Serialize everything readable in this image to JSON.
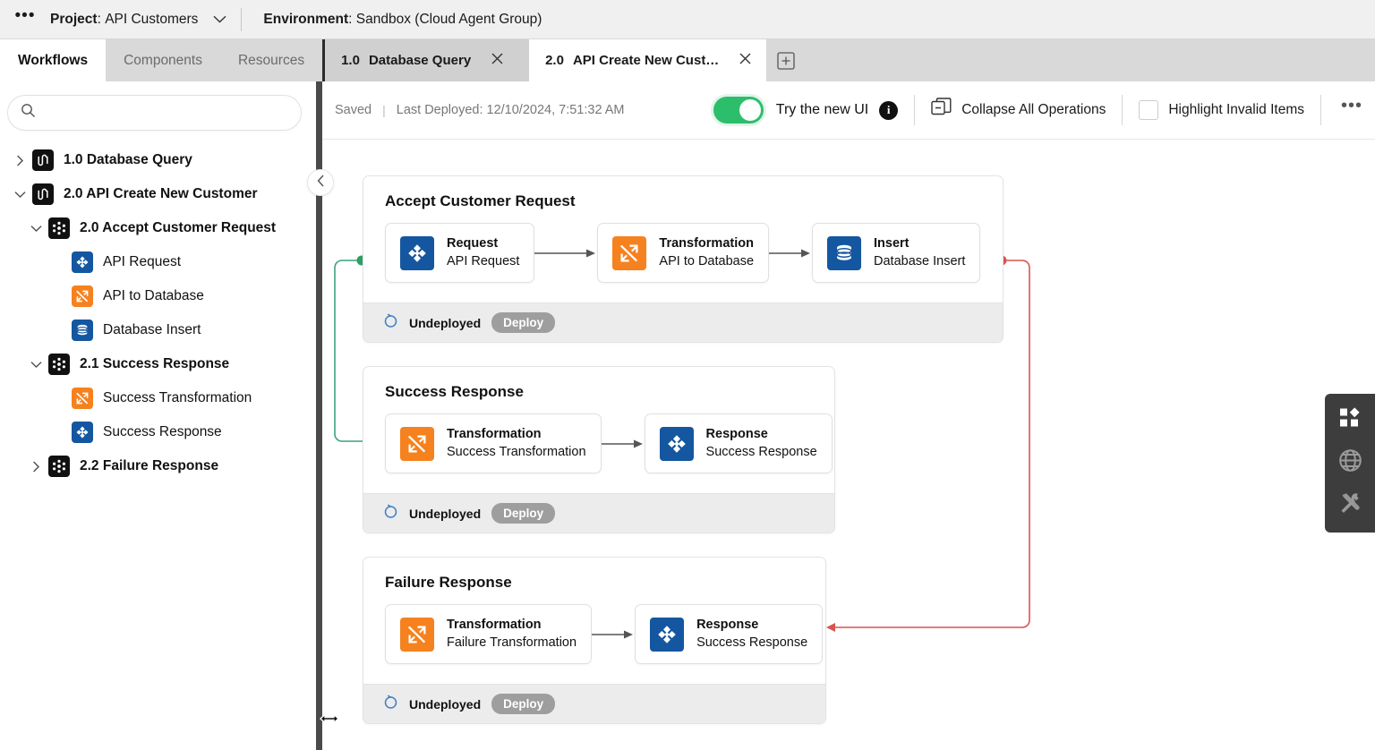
{
  "projectbar": {
    "menu_dots": "•••",
    "project_label": "Project",
    "project_name": "API Customers",
    "chevron_icon": "chevron-down-icon",
    "environment_label": "Environment",
    "environment_name": "Sandbox (Cloud Agent Group)"
  },
  "left_tabs": [
    {
      "label": "Workflows",
      "active": true
    },
    {
      "label": "Components",
      "active": false
    },
    {
      "label": "Resources",
      "active": false
    }
  ],
  "doc_tabs": [
    {
      "num": "1.0",
      "title": "Database Query",
      "active": false,
      "close_icon": "close-icon"
    },
    {
      "num": "2.0",
      "title": "API Create New Cust…",
      "active": true,
      "close_icon": "close-icon"
    }
  ],
  "add_tab_icon": "add-tab-icon",
  "search": {
    "value": "",
    "placeholder": "",
    "icon": "search-icon"
  },
  "tree": [
    {
      "level": 0,
      "expander": "chevron-right",
      "icon": "workflow-icon",
      "icon_color": "#111111",
      "label": "1.0 Database Query",
      "bold": true
    },
    {
      "level": 0,
      "expander": "chevron-down",
      "icon": "workflow-icon",
      "icon_color": "#111111",
      "label": "2.0 API Create New Customer",
      "bold": true
    },
    {
      "level": 1,
      "expander": "chevron-down",
      "icon": "operation-icon",
      "icon_color": "#111111",
      "label": "2.0 Accept Customer Request",
      "bold": true
    },
    {
      "level": 2,
      "expander": "none",
      "icon": "api-request-icon",
      "icon_color": "#1457a0",
      "label": "API Request",
      "bold": false
    },
    {
      "level": 2,
      "expander": "none",
      "icon": "transformation-icon",
      "icon_color": "#f5821f",
      "label": "API to Database",
      "bold": false
    },
    {
      "level": 2,
      "expander": "none",
      "icon": "database-icon",
      "icon_color": "#1457a0",
      "label": "Database Insert",
      "bold": false
    },
    {
      "level": 1,
      "expander": "chevron-down",
      "icon": "operation-icon",
      "icon_color": "#111111",
      "label": "2.1 Success Response",
      "bold": true
    },
    {
      "level": 2,
      "expander": "none",
      "icon": "transformation-icon",
      "icon_color": "#f5821f",
      "label": "Success Transformation",
      "bold": false
    },
    {
      "level": 2,
      "expander": "none",
      "icon": "api-request-icon",
      "icon_color": "#1457a0",
      "label": "Success Response",
      "bold": false
    },
    {
      "level": 1,
      "expander": "chevron-right",
      "icon": "operation-icon",
      "icon_color": "#111111",
      "label": "2.2 Failure Response",
      "bold": true
    }
  ],
  "collapse_handle_icon": "chevron-left-icon",
  "toolbar": {
    "saved": "Saved",
    "pipe": "|",
    "last_deployed": "Last Deployed: 12/10/2024, 7:51:32 AM",
    "toggle_on": true,
    "try_new_ui": "Try the new UI",
    "info_icon": "info-icon",
    "info_char": "i",
    "collapse_all": "Collapse All Operations",
    "collapse_all_icon": "collapse-operations-icon",
    "highlight_invalid": "Highlight Invalid Items",
    "highlight_checked": false,
    "more_dots": "•••"
  },
  "cards": [
    {
      "title": "Accept Customer Request",
      "status": "Undeployed",
      "status_icon": "undeployed-icon",
      "deploy_label": "Deploy",
      "ops": [
        {
          "type": "Request",
          "name": "API Request",
          "icon": "api-request-icon",
          "color": "#1457a0"
        },
        {
          "type": "Transformation",
          "name": "API to Database",
          "icon": "transformation-icon",
          "color": "#f5821f"
        },
        {
          "type": "Insert",
          "name": "Database Insert",
          "icon": "database-icon",
          "color": "#1457a0"
        }
      ]
    },
    {
      "title": "Success Response",
      "status": "Undeployed",
      "status_icon": "undeployed-icon",
      "deploy_label": "Deploy",
      "ops": [
        {
          "type": "Transformation",
          "name": "Success Transformation",
          "icon": "transformation-icon",
          "color": "#f5821f"
        },
        {
          "type": "Response",
          "name": "Success Response",
          "icon": "api-request-icon",
          "color": "#1457a0"
        }
      ]
    },
    {
      "title": "Failure Response",
      "status": "Undeployed",
      "status_icon": "undeployed-icon",
      "deploy_label": "Deploy",
      "ops": [
        {
          "type": "Transformation",
          "name": "Failure Transformation",
          "icon": "transformation-icon",
          "color": "#f5821f"
        },
        {
          "type": "Response",
          "name": "Success Response",
          "icon": "api-request-icon",
          "color": "#1457a0"
        }
      ]
    }
  ],
  "connectors": [
    {
      "name": "success-path",
      "color": "#3da17f",
      "from": "Accept Customer Request",
      "to": "Success Response"
    },
    {
      "name": "failure-path",
      "color": "#d9534f",
      "from": "Accept Customer Request",
      "to": "Failure Response"
    }
  ],
  "rail": [
    {
      "icon": "components-palette-icon",
      "active": true
    },
    {
      "icon": "globe-icon",
      "active": false
    },
    {
      "icon": "tools-icon",
      "active": false
    }
  ],
  "colors": {
    "accent_green": "#2dbe6c",
    "brand_blue": "#1457a0",
    "brand_orange": "#f5821f",
    "error_red": "#d9534f",
    "success_line": "#3da17f"
  }
}
